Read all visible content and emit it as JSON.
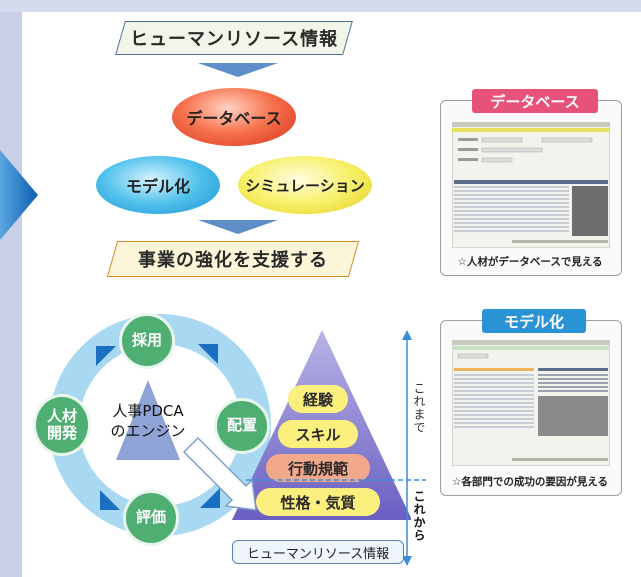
{
  "top": {
    "banner_hr": "ヒューマンリソース情報",
    "database": "データベース",
    "model": "モデル化",
    "simulation": "シミュレーション",
    "banner_goal": "事業の強化を支援する"
  },
  "cycle": {
    "center_line1": "人事PDCA",
    "center_line2": "のエンジン",
    "steps": [
      "採用",
      "配置",
      "評価",
      "人材",
      "開発"
    ]
  },
  "pyramid": {
    "levels": [
      "経験",
      "スキル",
      "行動規範",
      "性格・気質"
    ],
    "upper_label": "これまで",
    "lower_label": "これから",
    "bottom_box": "ヒューマンリソース情報"
  },
  "screenshots": {
    "db_title": "データベース",
    "db_caption": "☆人材がデータベースで見える",
    "model_title": "モデル化",
    "model_caption": "☆各部門での成功の要因が見える"
  },
  "colors": {
    "accent_blue": "#1a78c2",
    "pink_label": "#e6527a",
    "blue_label": "#2a93d5",
    "green_step": "#4fae72"
  }
}
